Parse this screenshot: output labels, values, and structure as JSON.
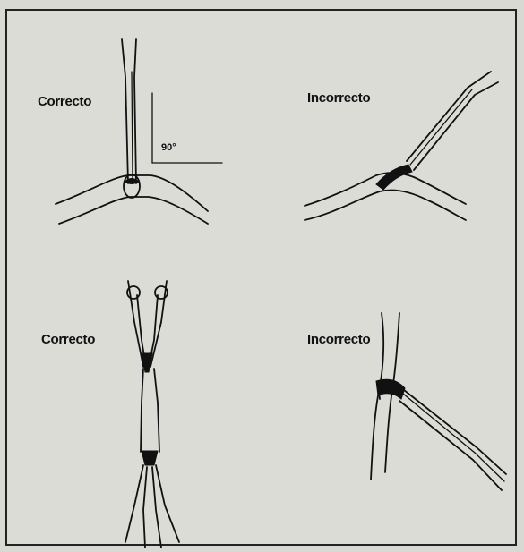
{
  "panels": [
    {
      "label": "Correcto"
    },
    {
      "label": "Incorrecto"
    },
    {
      "label": "Correcto"
    },
    {
      "label": "Incorrecto"
    }
  ],
  "angle_label": "90°"
}
